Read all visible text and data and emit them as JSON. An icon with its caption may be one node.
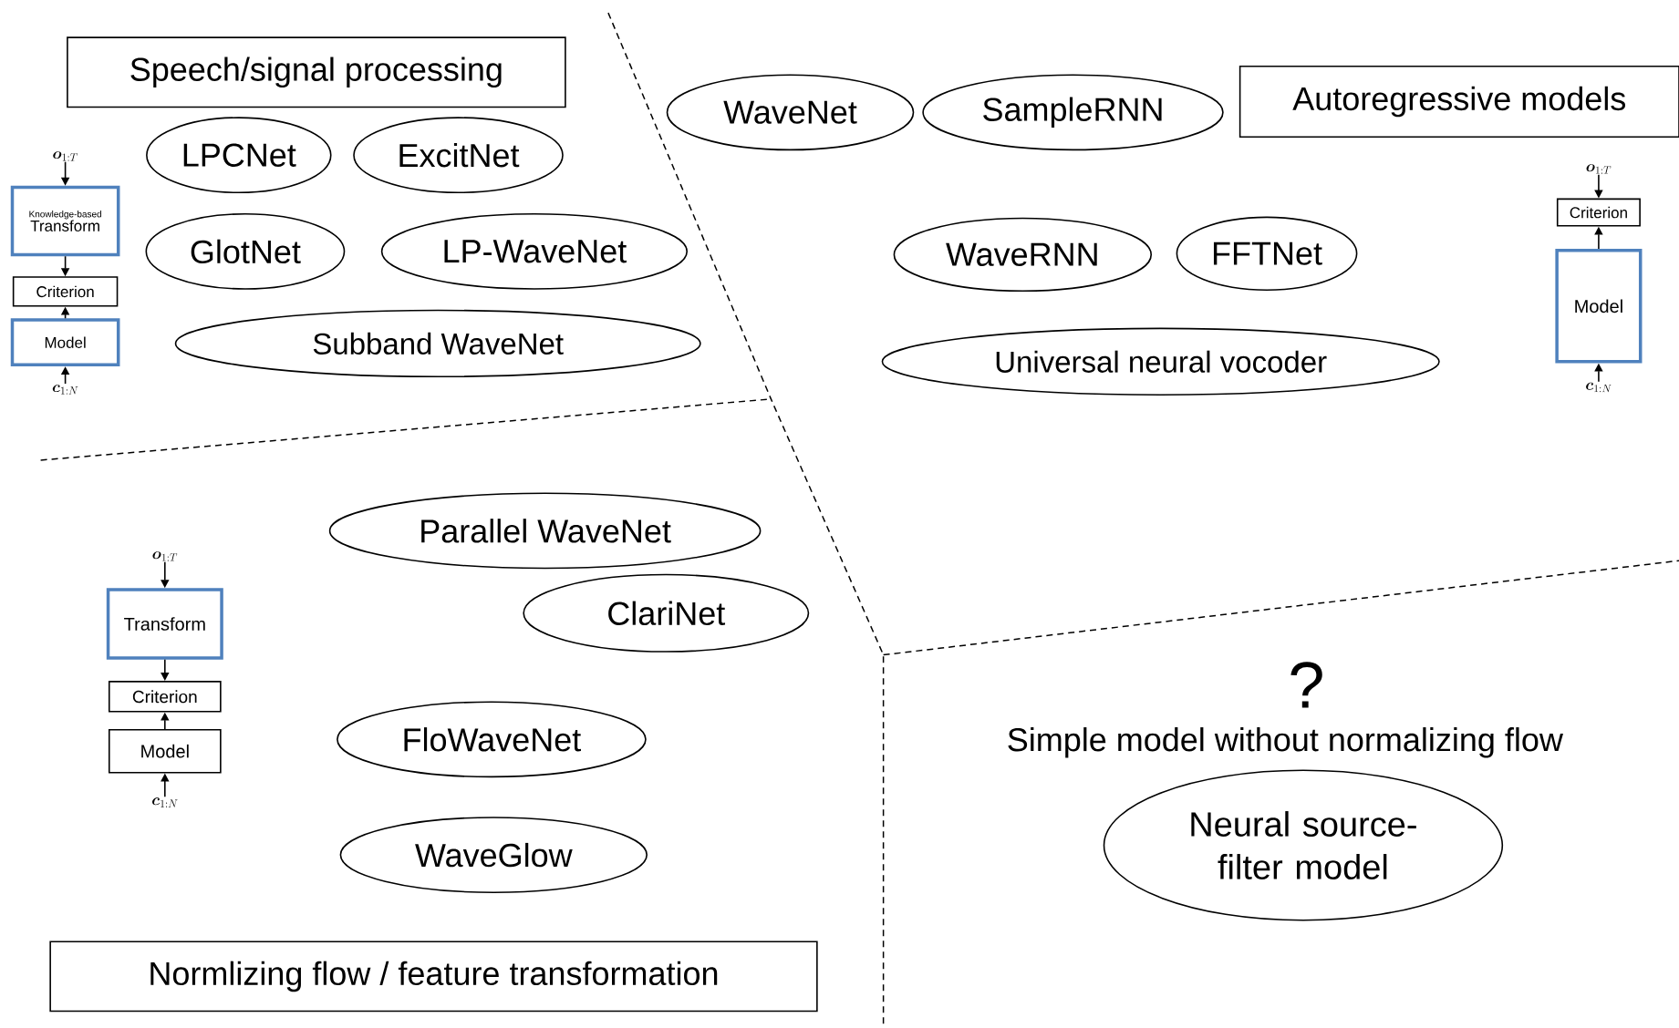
{
  "diagram": {
    "nodes": [
      {
        "text": [
          "Speech/signal processing"
        ]
      },
      {
        "text": [
          "LPCNet"
        ]
      },
      {
        "text": [
          "ExcitNet"
        ]
      },
      {
        "text": [
          "GlotNet"
        ]
      },
      {
        "text": [
          "LP-WaveNet"
        ]
      },
      {
        "text": [
          "Subband WaveNet"
        ]
      },
      {
        "text": [
          "\\boldsymbol{o}_{1:T}"
        ]
      },
      {
        "text": [
          "Knowledge-based",
          "Transform"
        ]
      },
      {
        "text": [
          "Criterion"
        ]
      },
      {
        "text": [
          "Model"
        ]
      },
      {
        "text": [
          "\\boldsymbol{c}_{1:N}"
        ]
      },
      {
        "text": [
          "WaveNet"
        ]
      },
      {
        "text": [
          "SampleRNN"
        ]
      },
      {
        "text": [
          "Autoregressive models"
        ]
      },
      {
        "text": [
          "WaveRNN"
        ]
      },
      {
        "text": [
          "FFTNet"
        ]
      },
      {
        "text": [
          "Universal neural vocoder"
        ]
      },
      {
        "text": [
          "\\boldsymbol{o}_{1:T}"
        ]
      },
      {
        "text": [
          "Criterion"
        ]
      },
      {
        "text": [
          "Model"
        ]
      },
      {
        "text": [
          "\\boldsymbol{c}_{1:N}"
        ]
      },
      {
        "text": [
          "Parallel WaveNet"
        ]
      },
      {
        "text": [
          "ClariNet"
        ]
      },
      {
        "text": [
          "\\boldsymbol{o}_{1:T}"
        ]
      },
      {
        "text": [
          "Transform"
        ]
      },
      {
        "text": [
          "Criterion"
        ]
      },
      {
        "text": [
          "Model"
        ]
      },
      {
        "text": [
          "\\boldsymbol{c}_{1:N}"
        ]
      },
      {
        "text": [
          "FloWaveNet"
        ]
      },
      {
        "text": [
          "WaveGlow"
        ]
      },
      {
        "text": [
          "Neural source-filter model"
        ]
      },
      {
        "text": [
          "Normlizing flow / feature transformation"
        ]
      }
    ],
    "edges": [
      {
        "from": 6,
        "to": 7,
        "arrow": "to"
      },
      {
        "from": 7,
        "to": 8,
        "arrow": "to"
      },
      {
        "from": 9,
        "to": 8,
        "arrow": "to"
      },
      {
        "from": 10,
        "to": 9,
        "arrow": "to"
      },
      {
        "from": 17,
        "to": 18,
        "arrow": "to"
      },
      {
        "from": 19,
        "to": 18,
        "arrow": "to"
      },
      {
        "from": 20,
        "to": 19,
        "arrow": "to"
      },
      {
        "from": 23,
        "to": 24,
        "arrow": "to"
      },
      {
        "from": 24,
        "to": 25,
        "arrow": "to"
      },
      {
        "from": 26,
        "to": 25,
        "arrow": "to"
      },
      {
        "from": 27,
        "to": 26,
        "arrow": "to"
      }
    ],
    "labels": [
      "?",
      "Simple model without normalizing flow"
    ]
  }
}
